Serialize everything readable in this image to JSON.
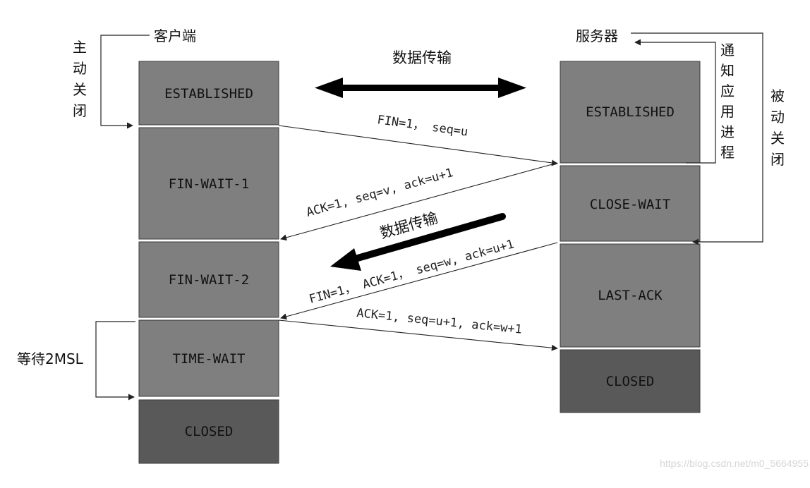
{
  "labels": {
    "client": "客户端",
    "server": "服务器",
    "active_close": [
      "主",
      "动",
      "关",
      "闭"
    ],
    "passive_close": [
      "被",
      "动",
      "关",
      "闭"
    ],
    "notify_app": [
      "通",
      "知",
      "应",
      "用",
      "进",
      "程"
    ],
    "wait_2msl": "等待2MSL",
    "data_transfer_top": "数据传输",
    "data_transfer_mid": "数据传输"
  },
  "client_states": [
    "ESTABLISHED",
    "FIN-WAIT-1",
    "FIN-WAIT-2",
    "TIME-WAIT",
    "CLOSED"
  ],
  "server_states": [
    "ESTABLISHED",
    "CLOSE-WAIT",
    "LAST-ACK",
    "CLOSED"
  ],
  "messages": [
    {
      "text": "FIN=1， seq=u"
    },
    {
      "text": "ACK=1, seq=v, ack=u+1"
    },
    {
      "text": "FIN=1， ACK=1， seq=w, ack=u+1"
    },
    {
      "text": "ACK=1, seq=u+1, ack=w+1"
    }
  ],
  "watermark": "https://blog.csdn.net/m0_5664955",
  "colors": {
    "state_fill": "#7f7f7f",
    "closed_fill": "#595959",
    "line": "#222222"
  }
}
